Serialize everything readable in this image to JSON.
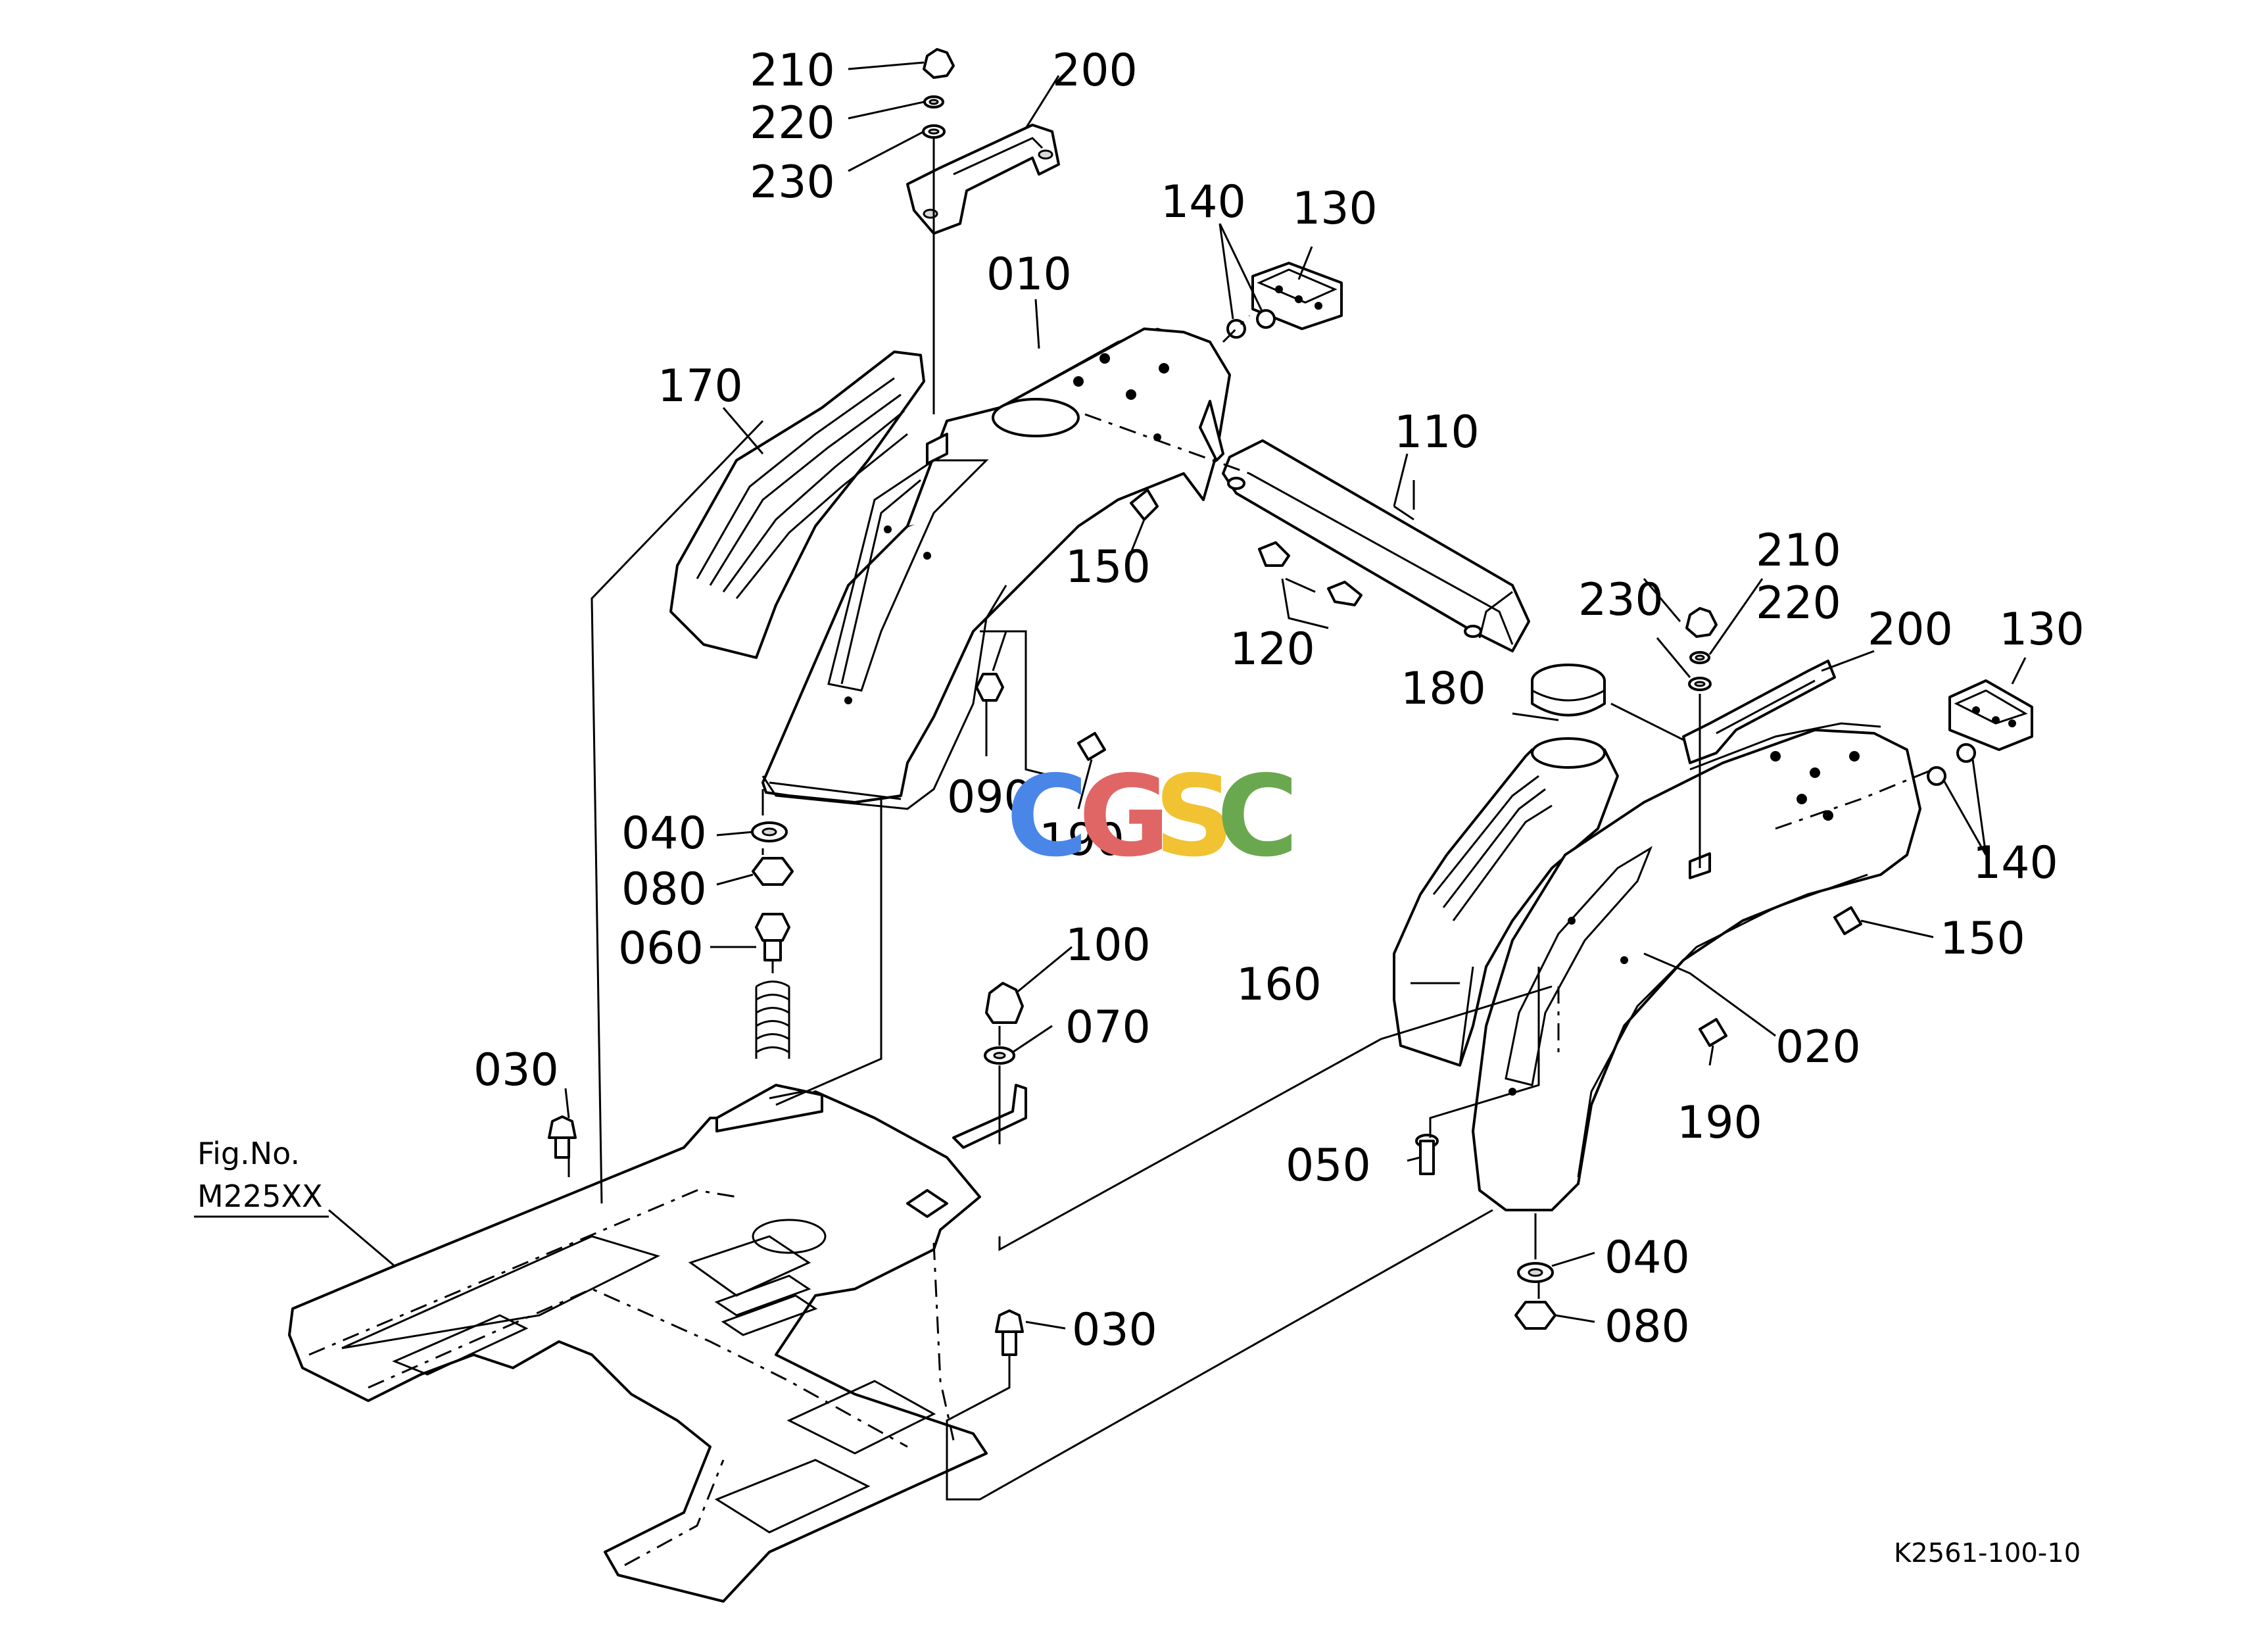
{
  "drawing_ref": "K2561-100-10",
  "figure_ref": {
    "line1": "Fig.No.",
    "line2": "M225XX"
  },
  "watermark": {
    "letters": [
      "C",
      "G",
      "S",
      "C"
    ],
    "colors": [
      "#4a86e8",
      "#e06666",
      "#f1c232",
      "#6aa84f"
    ]
  },
  "callouts": {
    "c010": "010",
    "c020": "020",
    "c030a": "030",
    "c030b": "030",
    "c040a": "040",
    "c040b": "040",
    "c050": "050",
    "c060": "060",
    "c070": "070",
    "c080a": "080",
    "c080b": "080",
    "c090": "090",
    "c100": "100",
    "c110": "110",
    "c120": "120",
    "c130a": "130",
    "c130b": "130",
    "c140a": "140",
    "c140b": "140",
    "c150a": "150",
    "c150b": "150",
    "c160": "160",
    "c170": "170",
    "c180": "180",
    "c190a": "190",
    "c190b": "190",
    "c200a": "200",
    "c200b": "200",
    "c210a": "210",
    "c210b": "210",
    "c220a": "220",
    "c220b": "220",
    "c230a": "230",
    "c230b": "230"
  }
}
